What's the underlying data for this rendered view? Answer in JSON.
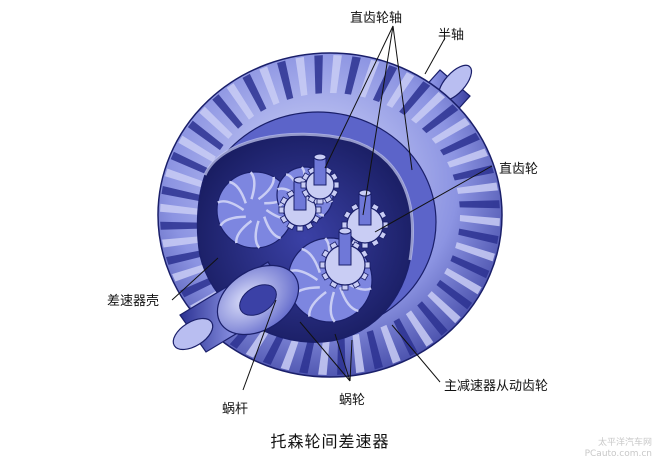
{
  "labels": {
    "spur_gear_shaft": "直齿轮轴",
    "half_shaft": "半轴",
    "spur_gear": "直齿轮",
    "diff_housing": "差速器壳",
    "final_drive_gear": "主减速器从动齿轮",
    "worm": "蜗杆",
    "worm_gear": "蜗轮"
  },
  "caption": "托森轮间差速器",
  "watermark": {
    "line1": "太平洋汽车网",
    "line2": "PCauto.com.cn"
  },
  "colors": {
    "gear_light": "#c9cdf4",
    "gear_mid": "#7d86e0",
    "gear_dark": "#2c3190",
    "outline": "#1a1f6a",
    "shaft": "#6f78d8"
  }
}
